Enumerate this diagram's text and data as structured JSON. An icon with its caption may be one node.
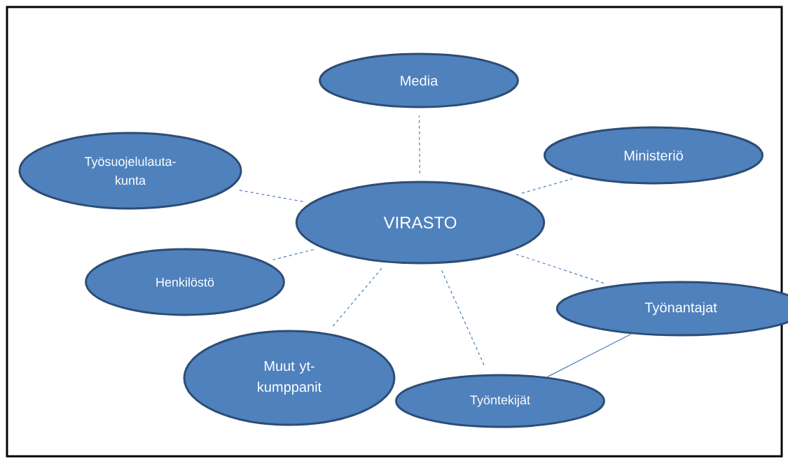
{
  "diagram": {
    "nodes": [
      {
        "text": [
          "VIRASTO"
        ]
      },
      {
        "text": [
          "Media"
        ]
      },
      {
        "text": [
          "Työsuojelulauta- kunta"
        ]
      },
      {
        "text": [
          "Ministeriö"
        ]
      },
      {
        "text": [
          "Henkilöstö"
        ]
      },
      {
        "text": [
          "Työnantajat"
        ]
      },
      {
        "text": [
          "Muut yt- kumppanit"
        ]
      },
      {
        "text": [
          "Työntekijät"
        ]
      }
    ],
    "edges": [
      {
        "from": 0,
        "to": 1,
        "arrow": "none",
        "style": "dashed"
      },
      {
        "from": 0,
        "to": 2,
        "arrow": "none",
        "style": "dashed"
      },
      {
        "from": 0,
        "to": 3,
        "arrow": "none",
        "style": "dashed"
      },
      {
        "from": 0,
        "to": 4,
        "arrow": "none",
        "style": "dashed"
      },
      {
        "from": 0,
        "to": 5,
        "arrow": "none",
        "style": "dashed"
      },
      {
        "from": 0,
        "to": 6,
        "arrow": "none",
        "style": "dashed"
      },
      {
        "from": 0,
        "to": 7,
        "arrow": "none",
        "style": "dashed"
      },
      {
        "from": 5,
        "to": 7,
        "arrow": "none"
      }
    ]
  }
}
